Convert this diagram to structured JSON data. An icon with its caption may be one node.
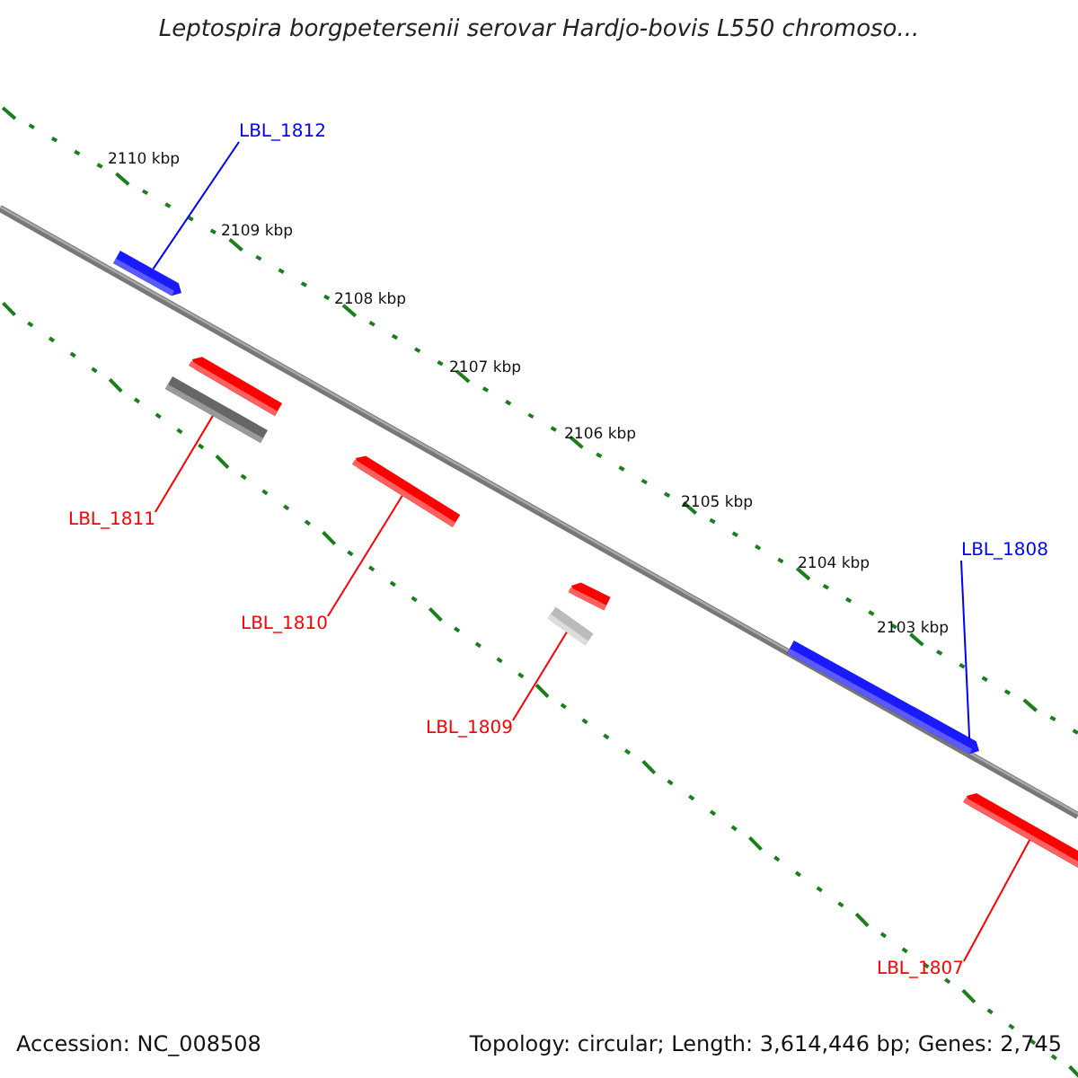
{
  "diagram": {
    "title": "Leptospira borgpetersenii serovar Hardjo-bovis L550 chromoso...",
    "nodes": [
      {
        "text": [
          "LBL_1812"
        ]
      },
      {
        "text": [
          "LBL_1811"
        ]
      },
      {
        "text": [
          "LBL_1810"
        ]
      },
      {
        "text": [
          "LBL_1809"
        ]
      },
      {
        "text": [
          "LBL_1808"
        ]
      },
      {
        "text": [
          "LBL_1807"
        ]
      },
      {
        "text": [],
        "shape": "bar"
      },
      {
        "text": [],
        "shape": "bar"
      },
      {
        "text": [],
        "shape": "bar"
      },
      {
        "text": [],
        "shape": "bar"
      },
      {
        "text": [],
        "shape": "bar"
      },
      {
        "text": [],
        "shape": "bar"
      },
      {
        "text": [],
        "shape": "bar"
      },
      {
        "text": [],
        "shape": "bar"
      }
    ],
    "edges": [
      {
        "from": 0,
        "to": 6,
        "arrow": "none",
        "color": "#0000ff"
      },
      {
        "from": 1,
        "to": 7,
        "arrow": "none"
      },
      {
        "from": 2,
        "to": 9,
        "arrow": "none"
      },
      {
        "from": 3,
        "to": 10,
        "arrow": "none"
      },
      {
        "from": 4,
        "to": 12,
        "arrow": "none",
        "color": "#0000ff"
      },
      {
        "from": 5,
        "to": 13,
        "arrow": "none"
      }
    ],
    "labels": [
      "2110 kbp",
      "2109 kbp",
      "2108 kbp",
      "2107 kbp",
      "2106 kbp",
      "2105 kbp",
      "2104 kbp",
      "2103 kbp",
      "Accession: NC_008508",
      "Topology: circular; Length: 3,614,446 bp; Genes: 2,745"
    ]
  }
}
